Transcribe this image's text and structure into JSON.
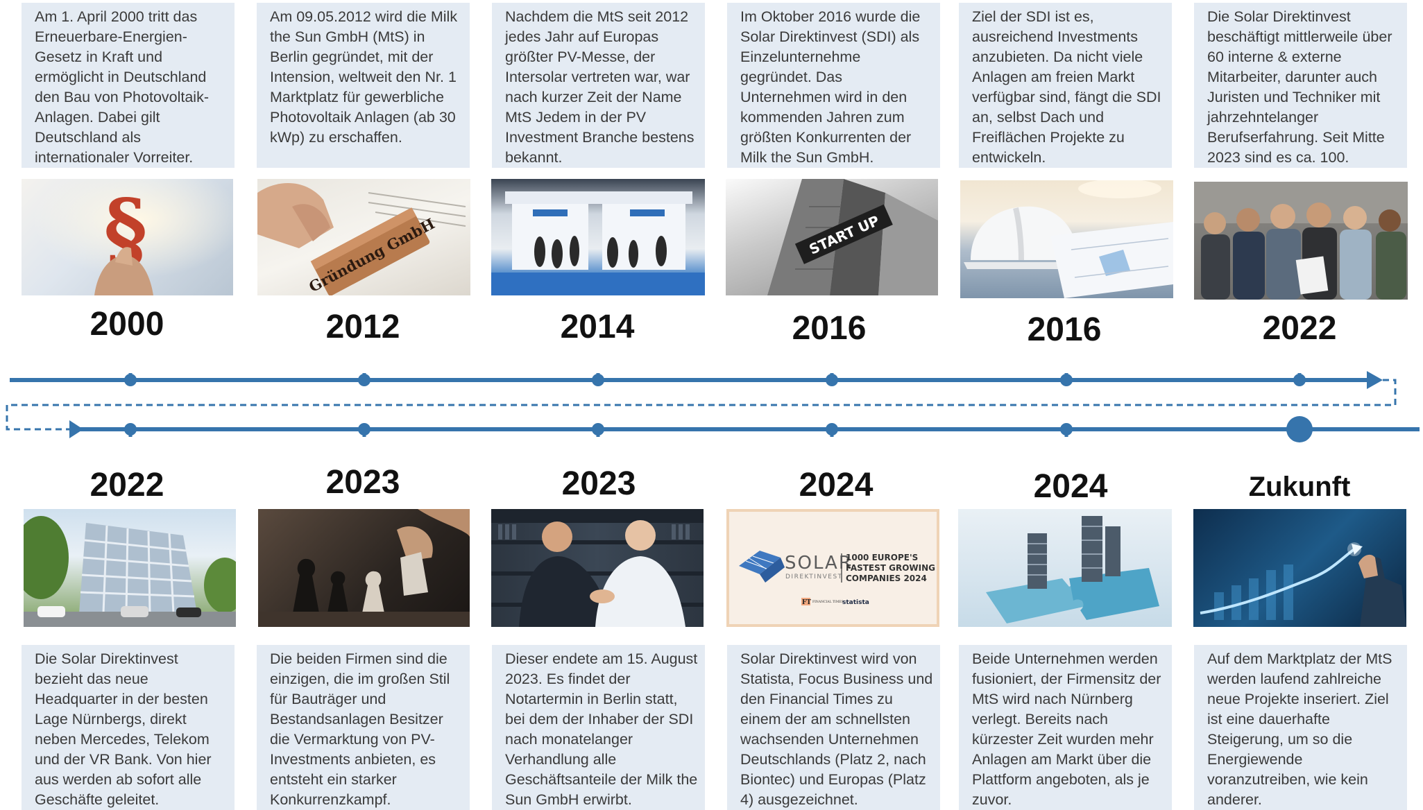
{
  "colors": {
    "line": "#3674ac",
    "box_bg": "#e4ebf3",
    "year_text": "#111111"
  },
  "top_row": [
    {
      "year": "2000",
      "text": "Am 1. April 2000 tritt das Erneuerbare-Energien-Gesetz in Kraft und ermöglicht in Deutschland den Bau von Photovoltaik-Anlagen. Dabei gilt Deutschland als internationaler Vorreiter.",
      "image": "paragraph-symbol-hand-photo"
    },
    {
      "year": "2012",
      "text": "Am 09.05.2012 wird die Milk the Sun GmbH (MtS) in Berlin gegründet, mit der Intension, weltweit den Nr. 1 Marktplatz für gewerbliche Photovoltaik Anlagen (ab 30 kWp) zu erschaffen.",
      "image": "stamp-photo",
      "stamp_text": "Gründung GmbH"
    },
    {
      "year": "2014",
      "text": "Nachdem die MtS seit 2012 jedes Jahr auf Europas größter PV-Messe, der Intersolar vertreten war, war nach kurzer Zeit der Name MtS Jedem in der PV Investment Branche bestens bekannt.",
      "image": "trade-fair-photo"
    },
    {
      "year": "2016",
      "text": "Im Oktober 2016 wurde die Solar Direktinvest (SDI) als Einzelunternehme gegründet. Das Unternehmen wird in den kommenden Jahren zum größten Konkurrenten der Milk the Sun GmbH.",
      "image": "start-up-sign-photo",
      "sign_text": "START UP"
    },
    {
      "year": "2016",
      "text": "Ziel der SDI ist es, ausreichend Investments anzubieten. Da nicht viele Anlagen am freien Markt verfügbar sind, fängt die SDI an, selbst Dach und Freiflächen Projekte zu entwickeln.",
      "image": "helmet-plans-photo"
    },
    {
      "year": "2022",
      "text": "Die Solar Direktinvest beschäftigt mittlerweile über 60 interne & externe Mitarbeiter, darunter auch Juristen und Techniker mit jahrzehntelanger Berufserfahrung. Seit Mitte 2023 sind es ca. 100.",
      "image": "team-photo"
    }
  ],
  "bottom_row": [
    {
      "year": "2022",
      "text": "Die Solar Direktinvest bezieht das neue Headquarter in der besten Lage Nürnbergs, direkt neben Mercedes, Telekom und der VR Bank. Von hier aus werden ab sofort alle Geschäfte geleitet.",
      "image": "office-building-photo"
    },
    {
      "year": "2023",
      "text": "Die beiden Firmen sind die einzigen, die im großen Stil für Bauträger und Bestandsanlagen Besitzer die Vermarktung von PV-Investments anbieten, es entsteht ein starker Konkurrenzkampf.",
      "image": "chess-photo"
    },
    {
      "year": "2023",
      "text": "Dieser endete am 15. August 2023. Es findet der Notartermin in Berlin statt, bei dem der Inhaber der SDI nach monatelanger Verhandlung alle Geschäftsanteile der Milk the Sun GmbH erwirbt.",
      "image": "handshake-photo"
    },
    {
      "year": "2024",
      "text": "Solar Direktinvest wird von Statista, Focus Business und den Financial Times zu einem der am schnellsten wachsenden Unternehmen Deutschlands (Platz 2, nach Biontec) und Europas (Platz 4) ausgezeichnet.",
      "image": "award-badge",
      "badge": {
        "logo_main": "SOLAR",
        "logo_sub": "DIREKTINVEST",
        "award_line1": "1000 EUROPE'S",
        "award_line2": "FASTEST GROWING",
        "award_line3": "COMPANIES 2024",
        "ft": "FT",
        "ft_sub": "FINANCIAL TIMES",
        "statista": "statista"
      }
    },
    {
      "year": "2024",
      "text": "Beide Unternehmen werden fusioniert, der Firmensitz der MtS wird nach Nürnberg verlegt. Bereits nach kürzester Zeit wurden mehr Anlagen am Markt über die Plattform angeboten, als je zuvor.",
      "image": "puzzle-towers-photo"
    },
    {
      "year": "Zukunft",
      "text": "Auf dem Marktplatz der MtS werden laufend zahlreiche neue Projekte inseriert. Ziel ist eine dauerhafte Steigerung, um so die Energiewende voranzutreiben, wie kein anderer.",
      "image": "growth-chart-photo"
    }
  ]
}
